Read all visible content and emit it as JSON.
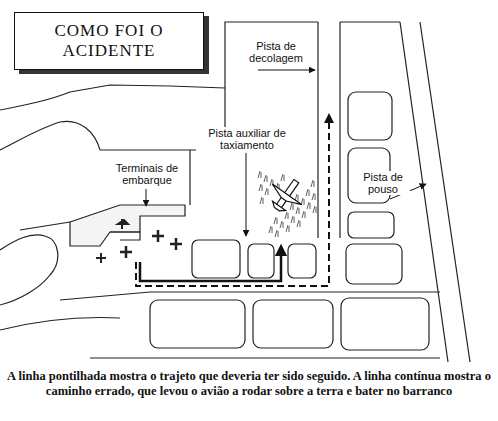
{
  "diagram": {
    "title": "COMO FOI O ACIDENTE",
    "caption": "A linha pontilhada mostra o trajeto que deveria ter sido seguido. A linha contínua mostra o caminho errado, que levou o avião a rodar sobre a terra e bater no barranco",
    "labels": [
      "Pista de decolagem",
      "Terminais de embarque",
      "Pista auxiliar de taxiamento",
      "Pista de pouso"
    ]
  }
}
